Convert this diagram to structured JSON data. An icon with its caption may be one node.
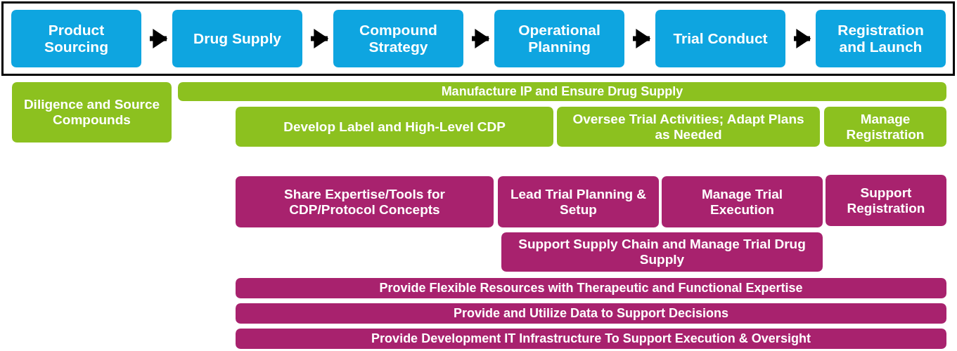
{
  "diagram": {
    "nodes": [
      {
        "text": [],
        "shape": "box"
      },
      {
        "text": [
          "Product Sourcing"
        ],
        "in": 0
      },
      {
        "text": [
          "Drug Supply"
        ],
        "in": 0
      },
      {
        "text": [
          "Compound Strategy"
        ],
        "in": 0
      },
      {
        "text": [
          "Operational Planning"
        ],
        "in": 0
      },
      {
        "text": [
          "Trial Conduct"
        ],
        "in": 0
      },
      {
        "text": [
          "Registration and Launch"
        ],
        "in": 0
      },
      {
        "text": [
          "Diligence and Source Compounds"
        ]
      },
      {
        "text": [
          "Manufacture IP and Ensure Drug Supply"
        ]
      },
      {
        "text": [
          "Develop Label and High-Level CDP"
        ]
      },
      {
        "text": [
          "Oversee Trial Activities; Adapt Plans as Needed"
        ]
      },
      {
        "text": [
          "Manage Registration"
        ]
      },
      {
        "text": [
          "Share Expertise/Tools for CDP/Protocol Concepts"
        ]
      },
      {
        "text": [
          "Lead Trial Planning & Setup"
        ]
      },
      {
        "text": [
          "Manage Trial Execution"
        ]
      },
      {
        "text": [
          "Support Registration"
        ]
      },
      {
        "text": [
          "Support Supply Chain and Manage Trial Drug Supply"
        ]
      },
      {
        "text": [
          "Provide Flexible Resources with Therapeutic and Functional Expertise"
        ]
      },
      {
        "text": [
          "Provide and Utilize Data to Support Decisions"
        ]
      },
      {
        "text": [
          "Provide Development IT Infrastructure To Support Execution & Oversight"
        ]
      }
    ],
    "edges": [
      {
        "from": 1,
        "to": 2,
        "arrow": "to"
      },
      {
        "from": 2,
        "to": 3,
        "arrow": "to"
      },
      {
        "from": 3,
        "to": 4,
        "arrow": "to"
      },
      {
        "from": 4,
        "to": 5,
        "arrow": "to"
      },
      {
        "from": 5,
        "to": 6,
        "arrow": "to"
      }
    ]
  }
}
